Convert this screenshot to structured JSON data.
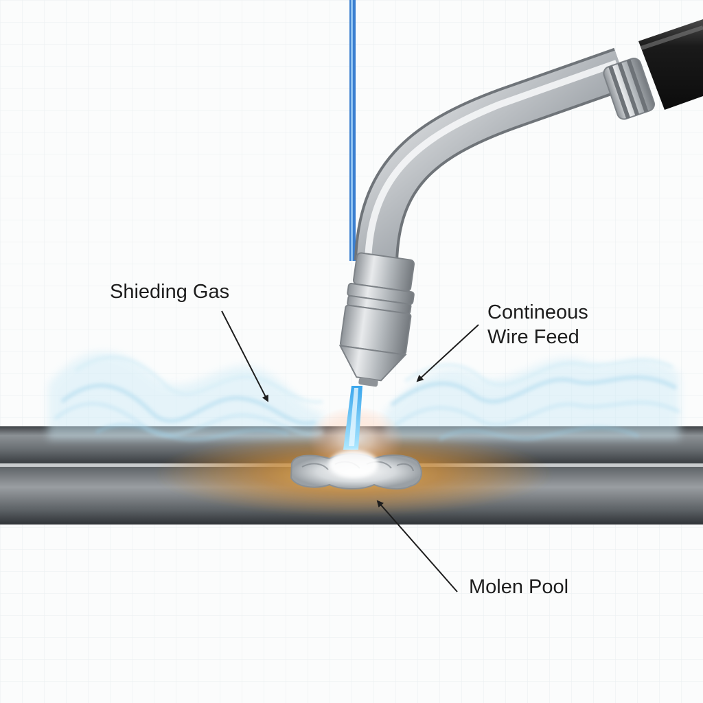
{
  "labels": {
    "shielding_gas": "Shieding Gas",
    "wire_feed_line1": "Contineous",
    "wire_feed_line2": "Wire Feed",
    "molten_pool": "Molen Pool"
  },
  "colors": {
    "background": "#fbfcfc",
    "grid": "#e9eef1",
    "workpiece": "#555a5e",
    "wire": "#3b7fd0",
    "arc": "#6fd0ff",
    "shielding_gas": "#bfe3f2",
    "heat_zone": "#c98a3a",
    "torch": "#b9bec3",
    "hose": "#1e1e1e",
    "text": "#1d1d1d"
  }
}
